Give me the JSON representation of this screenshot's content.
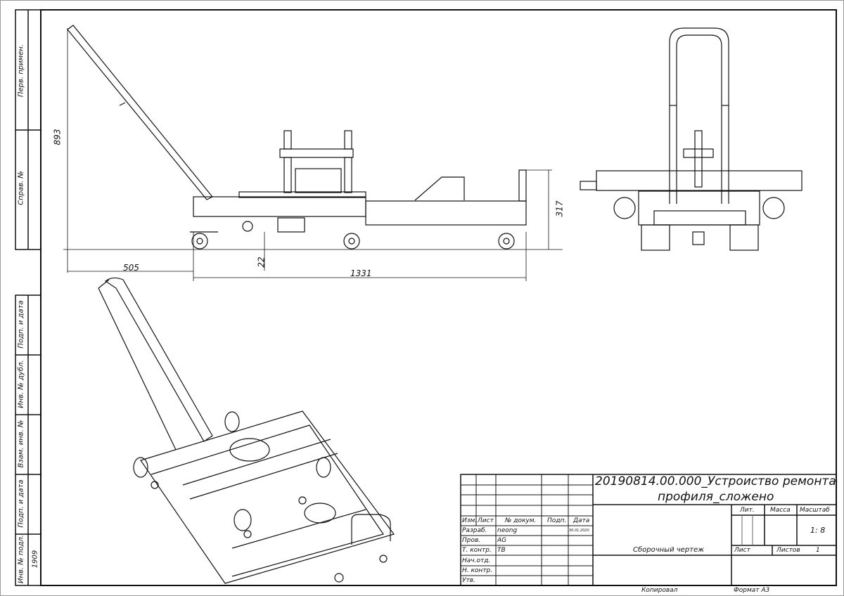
{
  "side_strip": {
    "perv_primen": "Перв. примен.",
    "sprav_no": "Справ. №",
    "podp_data_1": "Подп. и дата",
    "inv_dubl": "Инв. № дубл.",
    "vzam_inv": "Взам. инв. №",
    "podp_data_2": "Подп. и дата",
    "inv_podl": "Инв. № подл.",
    "inv_podl_value": "1909"
  },
  "dimensions": {
    "height_total": "893",
    "handle_offset": "505",
    "length": "1331",
    "clearance": "22",
    "height_body": "317"
  },
  "title_block": {
    "title_line1": "20190814.00.000_Устроиство ремонта",
    "title_line2": "профиля_сложено",
    "doc_type": "Сборочный чертеж",
    "headers": {
      "izm": "Изм.",
      "list": "Лист",
      "doc_no": "№ докум.",
      "podp": "Подп.",
      "data": "Дата"
    },
    "rows": [
      {
        "role": "Разраб.",
        "name": "neong",
        "date": "30.01.2020"
      },
      {
        "role": "Пров.",
        "name": "AG",
        "date": ""
      },
      {
        "role": "Т. контр.",
        "name": "TB",
        "date": ""
      },
      {
        "role": "Нач.отд.",
        "name": "",
        "date": ""
      },
      {
        "role": "Н. контр.",
        "name": "",
        "date": ""
      },
      {
        "role": "Утв.",
        "name": "",
        "date": ""
      }
    ],
    "lit_label": "Лит.",
    "massa_label": "Масса",
    "masshtab_label": "Масштаб",
    "scale": "1: 8",
    "sheet_label": "Лист",
    "sheets_label": "Листов",
    "sheets_value": "1",
    "copied": "Копировал",
    "format": "Формат А3"
  }
}
